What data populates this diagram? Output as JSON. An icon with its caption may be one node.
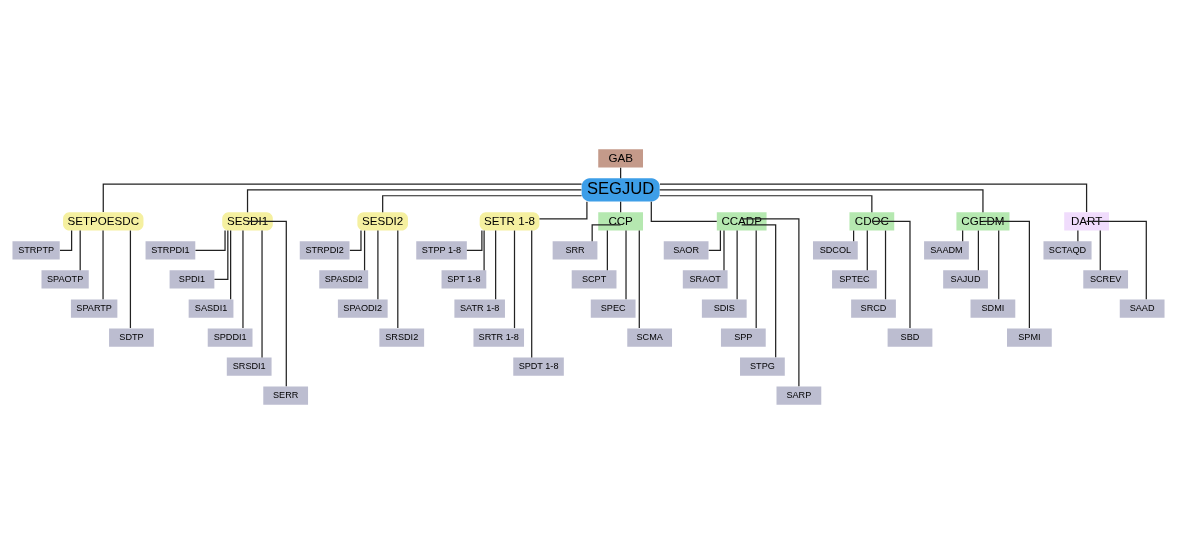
{
  "diagram": {
    "nodes": [
      {
        "text": [
          "GAB"
        ]
      },
      {
        "text": [
          "SEGJUD"
        ]
      },
      {
        "text": [
          "SETPOESDC"
        ]
      },
      {
        "text": [
          "STRPTP"
        ]
      },
      {
        "text": [
          "SPAOTP"
        ]
      },
      {
        "text": [
          "SPARTP"
        ]
      },
      {
        "text": [
          "SDTP"
        ]
      },
      {
        "text": [
          "SESDI1"
        ]
      },
      {
        "text": [
          "STRPDI1"
        ]
      },
      {
        "text": [
          "SPDI1"
        ]
      },
      {
        "text": [
          "SASDI1"
        ]
      },
      {
        "text": [
          "SPDDI1"
        ]
      },
      {
        "text": [
          "SRSDI1"
        ]
      },
      {
        "text": [
          "SERR"
        ]
      },
      {
        "text": [
          "SESDI2"
        ]
      },
      {
        "text": [
          "STRPDI2"
        ]
      },
      {
        "text": [
          "SPASDI2"
        ]
      },
      {
        "text": [
          "SPAODI2"
        ]
      },
      {
        "text": [
          "SRSDI2"
        ]
      },
      {
        "text": [
          "SETR 1-8"
        ]
      },
      {
        "text": [
          "STPP 1-8"
        ]
      },
      {
        "text": [
          "SPT 1-8"
        ]
      },
      {
        "text": [
          "SATR 1-8"
        ]
      },
      {
        "text": [
          "SRTR 1-8"
        ]
      },
      {
        "text": [
          "SPDT 1-8"
        ]
      },
      {
        "text": [
          "CCP"
        ]
      },
      {
        "text": [
          "SRR"
        ]
      },
      {
        "text": [
          "SCPT"
        ]
      },
      {
        "text": [
          "SPEC"
        ]
      },
      {
        "text": [
          "SCMA"
        ]
      },
      {
        "text": [
          "CCADP"
        ]
      },
      {
        "text": [
          "SAOR"
        ]
      },
      {
        "text": [
          "SRAOT"
        ]
      },
      {
        "text": [
          "SDIS"
        ]
      },
      {
        "text": [
          "SPP"
        ]
      },
      {
        "text": [
          "STPG"
        ]
      },
      {
        "text": [
          "SARP"
        ]
      },
      {
        "text": [
          "CDOC"
        ]
      },
      {
        "text": [
          "SDCOL"
        ]
      },
      {
        "text": [
          "SPTEC"
        ]
      },
      {
        "text": [
          "SRCD"
        ]
      },
      {
        "text": [
          "SBD"
        ]
      },
      {
        "text": [
          "CGEDM"
        ]
      },
      {
        "text": [
          "SAADM"
        ]
      },
      {
        "text": [
          "SAJUD"
        ]
      },
      {
        "text": [
          "SDMI"
        ]
      },
      {
        "text": [
          "SPMI"
        ]
      },
      {
        "text": [
          "DART"
        ]
      },
      {
        "text": [
          "SCTAQD"
        ]
      },
      {
        "text": [
          "SCREV"
        ]
      },
      {
        "text": [
          "SAAD"
        ]
      }
    ],
    "edges": [
      {
        "from": 0,
        "to": 1,
        "arrow": "none"
      },
      {
        "from": 1,
        "to": 2,
        "arrow": "none"
      },
      {
        "from": 1,
        "to": 7,
        "arrow": "none"
      },
      {
        "from": 1,
        "to": 14,
        "arrow": "none"
      },
      {
        "from": 1,
        "to": 19,
        "arrow": "none"
      },
      {
        "from": 1,
        "to": 25,
        "arrow": "none"
      },
      {
        "from": 1,
        "to": 30,
        "arrow": "none"
      },
      {
        "from": 1,
        "to": 37,
        "arrow": "none"
      },
      {
        "from": 1,
        "to": 42,
        "arrow": "none"
      },
      {
        "from": 1,
        "to": 47,
        "arrow": "none"
      },
      {
        "from": 2,
        "to": 3,
        "arrow": "none"
      },
      {
        "from": 2,
        "to": 4,
        "arrow": "none"
      },
      {
        "from": 2,
        "to": 5,
        "arrow": "none"
      },
      {
        "from": 2,
        "to": 6,
        "arrow": "none"
      },
      {
        "from": 7,
        "to": 8,
        "arrow": "none"
      },
      {
        "from": 7,
        "to": 9,
        "arrow": "none"
      },
      {
        "from": 7,
        "to": 10,
        "arrow": "none"
      },
      {
        "from": 7,
        "to": 11,
        "arrow": "none"
      },
      {
        "from": 7,
        "to": 12,
        "arrow": "none"
      },
      {
        "from": 7,
        "to": 13,
        "arrow": "none"
      },
      {
        "from": 14,
        "to": 15,
        "arrow": "none"
      },
      {
        "from": 14,
        "to": 16,
        "arrow": "none"
      },
      {
        "from": 14,
        "to": 17,
        "arrow": "none"
      },
      {
        "from": 14,
        "to": 18,
        "arrow": "none"
      },
      {
        "from": 19,
        "to": 20,
        "arrow": "none"
      },
      {
        "from": 19,
        "to": 21,
        "arrow": "none"
      },
      {
        "from": 19,
        "to": 22,
        "arrow": "none"
      },
      {
        "from": 19,
        "to": 23,
        "arrow": "none"
      },
      {
        "from": 19,
        "to": 24,
        "arrow": "none"
      },
      {
        "from": 25,
        "to": 26,
        "arrow": "none"
      },
      {
        "from": 25,
        "to": 27,
        "arrow": "none"
      },
      {
        "from": 25,
        "to": 28,
        "arrow": "none"
      },
      {
        "from": 25,
        "to": 29,
        "arrow": "none"
      },
      {
        "from": 30,
        "to": 31,
        "arrow": "none"
      },
      {
        "from": 30,
        "to": 32,
        "arrow": "none"
      },
      {
        "from": 30,
        "to": 33,
        "arrow": "none"
      },
      {
        "from": 30,
        "to": 34,
        "arrow": "none"
      },
      {
        "from": 30,
        "to": 35,
        "arrow": "none"
      },
      {
        "from": 30,
        "to": 36,
        "arrow": "none"
      },
      {
        "from": 37,
        "to": 38,
        "arrow": "none"
      },
      {
        "from": 37,
        "to": 39,
        "arrow": "none"
      },
      {
        "from": 37,
        "to": 40,
        "arrow": "none"
      },
      {
        "from": 37,
        "to": 41,
        "arrow": "none"
      },
      {
        "from": 42,
        "to": 43,
        "arrow": "none"
      },
      {
        "from": 42,
        "to": 44,
        "arrow": "none"
      },
      {
        "from": 42,
        "to": 45,
        "arrow": "none"
      },
      {
        "from": 42,
        "to": 46,
        "arrow": "none"
      },
      {
        "from": 47,
        "to": 48,
        "arrow": "none"
      },
      {
        "from": 47,
        "to": 49,
        "arrow": "none"
      },
      {
        "from": 47,
        "to": 50,
        "arrow": "none"
      }
    ]
  }
}
